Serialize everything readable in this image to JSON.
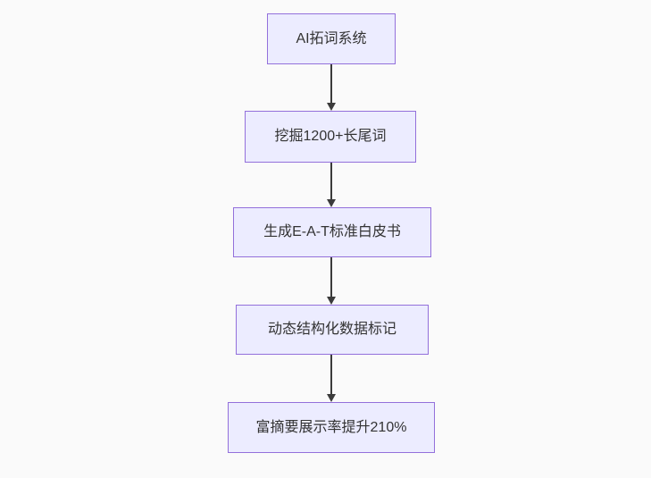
{
  "flowchart": {
    "type": "vertical-flowchart",
    "direction": "top-down",
    "nodes": [
      {
        "label": "AI拓词系统"
      },
      {
        "label": "挖掘1200+长尾词"
      },
      {
        "label": "生成E-A-T标准白皮书"
      },
      {
        "label": "动态结构化数据标记"
      },
      {
        "label": "富摘要展示率提升210%"
      }
    ],
    "edges": [
      {
        "from": "AI拓词系统",
        "to": "挖掘1200+长尾词",
        "style": "solid-arrow"
      },
      {
        "from": "挖掘1200+长尾词",
        "to": "生成E-A-T标准白皮书",
        "style": "solid-arrow"
      },
      {
        "from": "生成E-A-T标准白皮书",
        "to": "动态结构化数据标记",
        "style": "solid-arrow"
      },
      {
        "from": "动态结构化数据标记",
        "to": "富摘要展示率提升210%",
        "style": "solid-arrow"
      }
    ],
    "colors": {
      "node_fill": "#ECECFF",
      "node_border": "#9370DB",
      "edge": "#3b3b3b",
      "text": "#333333",
      "background": "#fafafa"
    }
  }
}
